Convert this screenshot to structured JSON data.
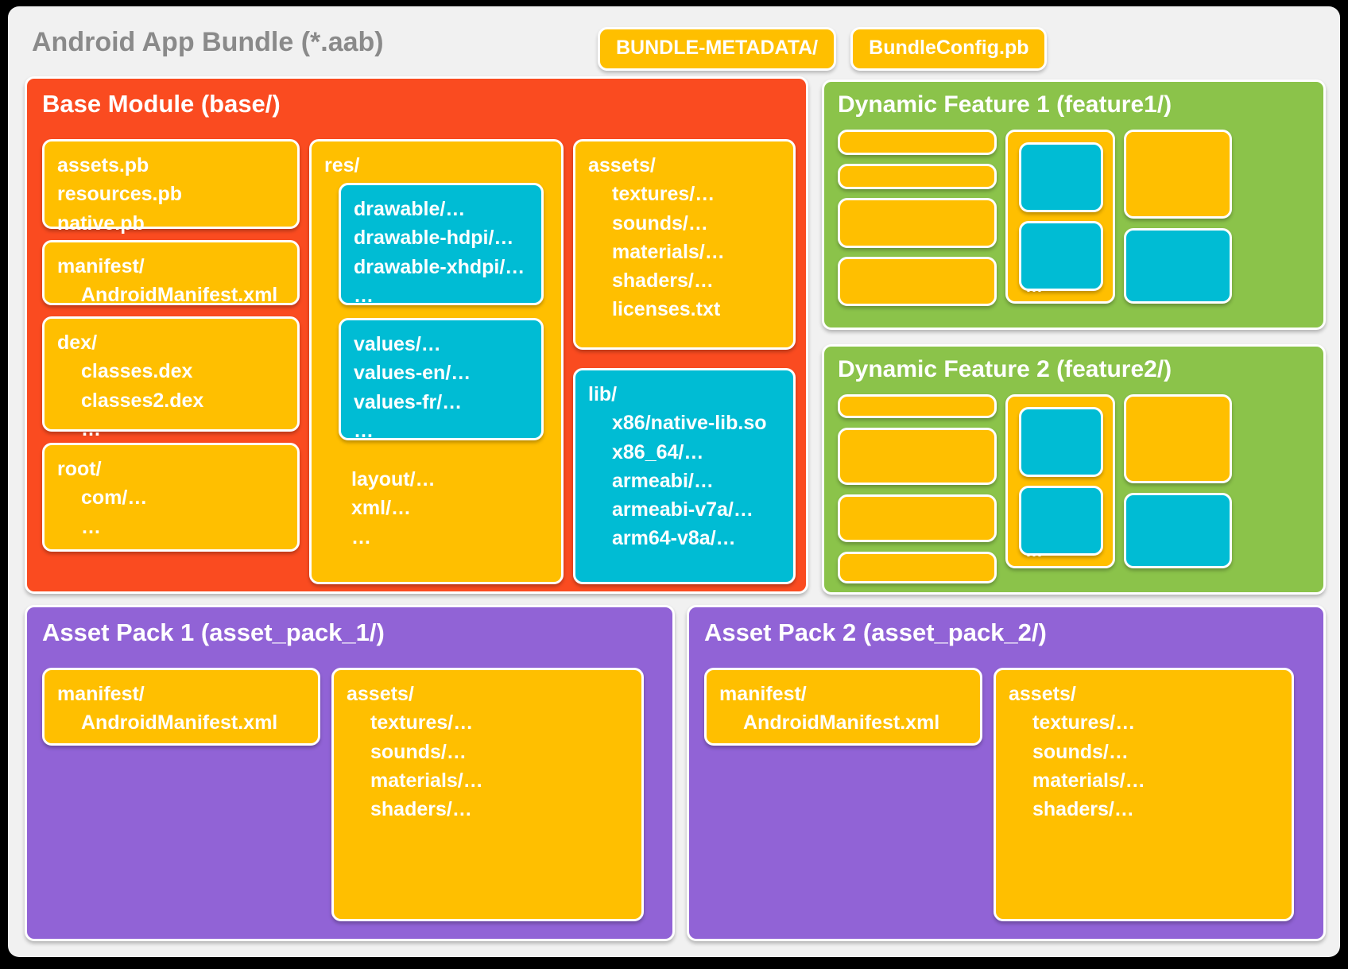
{
  "bundle": {
    "title": "Android App Bundle (*.aab)",
    "chips": [
      {
        "label": "BUNDLE-METADATA/"
      },
      {
        "label": "BundleConfig.pb"
      }
    ]
  },
  "base_module": {
    "title": "Base Module (base/)",
    "column1": [
      {
        "name": "protos-card",
        "color": "yellow",
        "text": "assets.pb\nresources.pb\nnative.pb"
      },
      {
        "name": "manifest-card",
        "color": "yellow",
        "head": "manifest/",
        "lines": "AndroidManifest.xml"
      },
      {
        "name": "dex-card",
        "color": "yellow",
        "head": "dex/",
        "lines": "classes.dex\nclasses2.dex\n…"
      },
      {
        "name": "root-card",
        "color": "yellow",
        "head": "root/",
        "lines": "com/…\n…"
      }
    ],
    "res": {
      "head": "res/",
      "inner1": "drawable/…\ndrawable-hdpi/…\ndrawable-xhdpi/…\n…",
      "inner2": "values/…\nvalues-en/…\nvalues-fr/…\n…",
      "tail": "layout/…\nxml/…\n…"
    },
    "assets": {
      "head": "assets/",
      "lines": "textures/…\nsounds/…\nmaterials/…\nshaders/…\nlicenses.txt"
    },
    "lib": {
      "head": "lib/",
      "lines": "x86/native-lib.so\nx86_64/…\narmeabi/…\narmeabi-v7a/…\narm64-v8a/…"
    }
  },
  "features": [
    {
      "title": "Dynamic Feature 1 (feature1/)"
    },
    {
      "title": "Dynamic Feature 2 (feature2/)"
    }
  ],
  "feature_ellipsis": "…",
  "asset_packs": [
    {
      "title": "Asset Pack 1 (asset_pack_1/)",
      "manifest_head": "manifest/",
      "manifest_lines": "AndroidManifest.xml",
      "assets_head": "assets/",
      "assets_lines": "textures/…\nsounds/…\nmaterials/…\nshaders/…"
    },
    {
      "title": "Asset Pack 2 (asset_pack_2/)",
      "manifest_head": "manifest/",
      "manifest_lines": "AndroidManifest.xml",
      "assets_head": "assets/",
      "assets_lines": "textures/…\nsounds/…\nmaterials/…\nshaders/…"
    }
  ],
  "colors": {
    "background": "#000000",
    "canvas": "#f1f1f1",
    "base_module": "#fa4b20",
    "feature": "#8bc34a",
    "asset_pack": "#9163d6",
    "yellow": "#ffbf00",
    "cyan": "#00bcd4",
    "title_gray": "#8a8a8a",
    "text_white": "#ffffff"
  }
}
